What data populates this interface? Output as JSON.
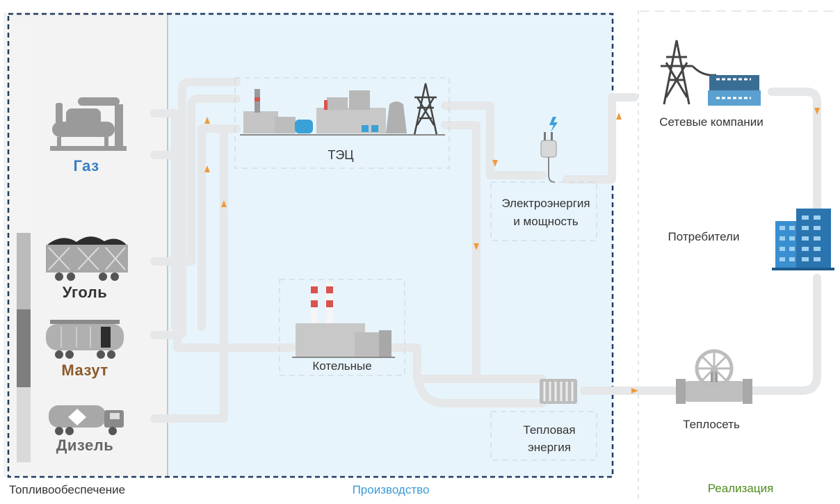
{
  "sections": {
    "supply": "Топливообеспечение",
    "production": "Производство",
    "realization": "Реализация"
  },
  "fuels": {
    "gas": "Газ",
    "coal": "Уголь",
    "mazut": "Мазут",
    "diesel": "Дизель"
  },
  "production": {
    "chp": "ТЭЦ",
    "boilers": "Котельные",
    "electricity_line1": "Электроэнергия",
    "electricity_line2": "и мощность",
    "heat_line1": "Тепловая",
    "heat_line2": "энергия"
  },
  "realization": {
    "grid": "Сетевые компании",
    "consumers": "Потребители",
    "heat_network": "Теплосеть"
  },
  "colors": {
    "gas": "#3a7fc1",
    "coal": "#333333",
    "mazut": "#8b5a2b",
    "diesel": "#666666",
    "production": "#3a9ad6",
    "realization": "#4e8b1f",
    "pipe": "#e5e7e8",
    "frame": "#1f3a5f",
    "arrow": "#f09a3e"
  }
}
